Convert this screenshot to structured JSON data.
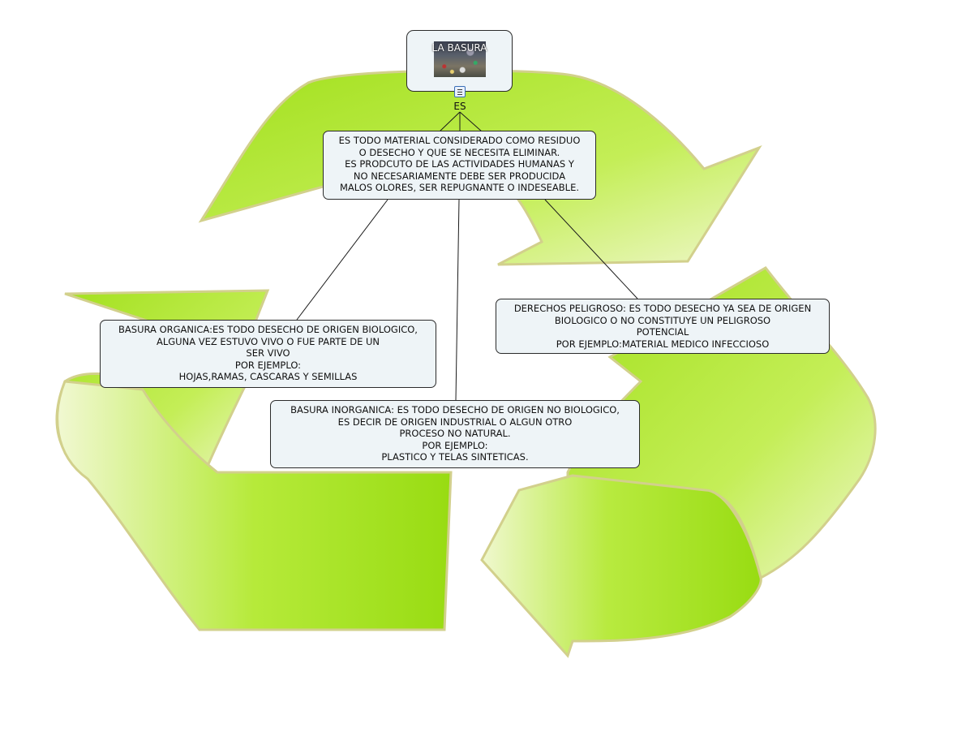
{
  "root": {
    "title": "LA BASURA",
    "image": "garbage-photo",
    "icon": "document-icon"
  },
  "link_label": "ES",
  "definition": {
    "lines": [
      "ES TODO MATERIAL CONSIDERADO COMO RESIDUO",
      "O DESECHO Y QUE SE NECESITA ELIMINAR.",
      "ES PRODCUTO DE LAS ACTIVIDADES HUMANAS Y",
      "NO NECESARIAMENTE DEBE SER PRODUCIDA",
      "MALOS OLORES, SER REPUGNANTE O INDESEABLE."
    ]
  },
  "organica": {
    "lines": [
      "BASURA ORGANICA:ES TODO DESECHO DE ORIGEN BIOLOGICO,",
      "ALGUNA VEZ ESTUVO VIVO O FUE PARTE DE UN",
      "SER VIVO",
      "POR EJEMPLO:",
      "HOJAS,RAMAS, CASCARAS Y SEMILLAS"
    ]
  },
  "inorganica": {
    "lines": [
      "BASURA INORGANICA: ES TODO DESECHO DE ORIGEN NO BIOLOGICO,",
      "ES DECIR DE ORIGEN INDUSTRIAL O ALGUN OTRO",
      "PROCESO NO NATURAL.",
      "POR EJEMPLO:",
      "PLASTICO Y TELAS SINTETICAS."
    ]
  },
  "peligroso": {
    "lines": [
      "DERECHOS PELIGROSO: ES TODO DESECHO YA SEA DE ORIGEN",
      "BIOLOGICO O NO CONSTITUYE UN PELIGROSO",
      "POTENCIAL",
      "POR EJEMPLO:MATERIAL MEDICO INFECCIOSO"
    ]
  },
  "colors": {
    "arrow_light": "#eef7c8",
    "arrow_green": "#9fe019",
    "arrow_edge": "#d2d08c",
    "node_fill": "#eef4f7"
  }
}
